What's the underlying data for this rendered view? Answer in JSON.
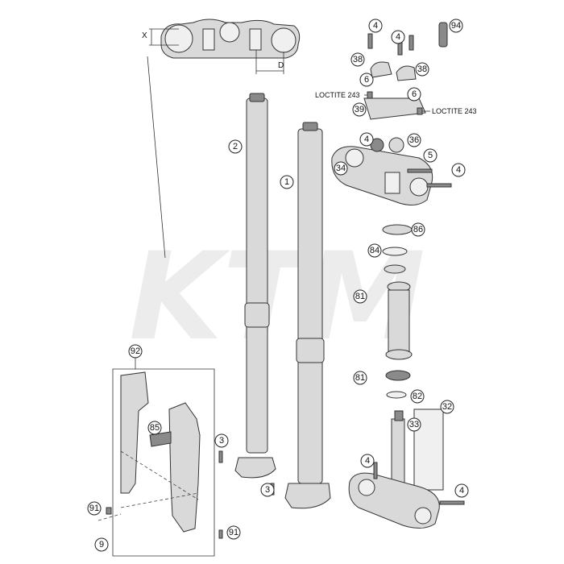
{
  "watermark": "KTM",
  "dimensions": {
    "x": "X",
    "d": "D"
  },
  "notes": {
    "loctite_left": "LOCTITE 243",
    "loctite_right": "LOCTITE 243"
  },
  "callouts": [
    "94",
    "4",
    "4",
    "38",
    "38",
    "6",
    "6",
    "39",
    "2",
    "1",
    "4",
    "36",
    "5",
    "34",
    "4",
    "86",
    "84",
    "81",
    "81",
    "82",
    "32",
    "33",
    "92",
    "85",
    "3",
    "3",
    "4",
    "4",
    "91",
    "9",
    "91"
  ]
}
